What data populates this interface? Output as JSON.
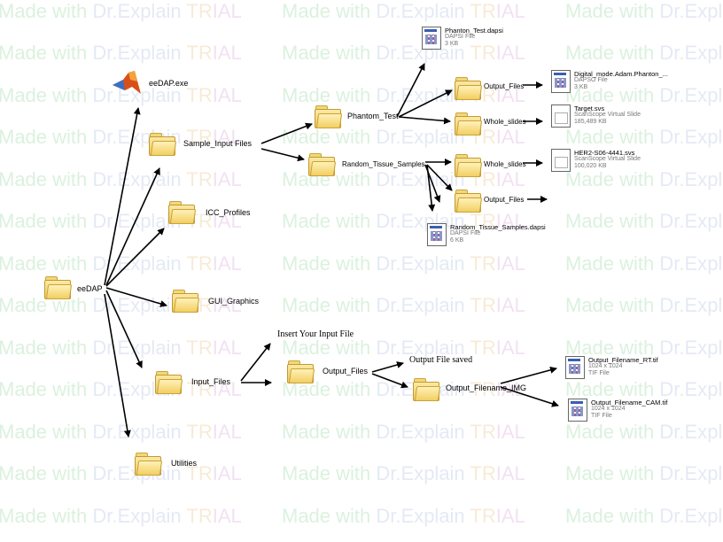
{
  "watermark": {
    "made_with": "Made with ",
    "dr": "Dr.",
    "explain": "Explain ",
    "tr": "TR",
    "ial": "IAL"
  },
  "root": {
    "label": "eeDAP"
  },
  "exe": {
    "label": "eeDAP.exe"
  },
  "folders": {
    "sample_input": "Sample_Input Files",
    "icc": "ICC_Profiles",
    "gui": "GUI_Graphics",
    "input_files": "Input_Files",
    "utilities": "Utilities",
    "phantom_test": "Phantom_Test",
    "random_tissue": "Random_Tissue_Samples",
    "pt_output": "Output_Files",
    "pt_whole": "Whole_slides",
    "rt_whole": "Whole_slides",
    "rt_output": "Output_Files",
    "out_files": "Output_Files",
    "out_img": "Output_Filename_IMG"
  },
  "notes": {
    "insert": "Insert Your Input File",
    "saved": "Output File saved"
  },
  "files": {
    "phantom_dapsi": {
      "name": "Phanton_Test.dapsi",
      "type": "DAPSI File",
      "size": "3 KB"
    },
    "digital_mode": {
      "name": "Digital_mode.Adam.Phanton_...",
      "type": "DAPSO File",
      "size": "3 KB"
    },
    "target": {
      "name": "Target.svs",
      "type": "ScanScope Virtual Slide",
      "size": "185,489 KB"
    },
    "her2": {
      "name": "HER2-S06-4441.svs",
      "type": "ScanScope Virtual Slide",
      "size": "100,020 KB"
    },
    "random_dapsi": {
      "name": "Random_Tissue_Samples.dapsi",
      "type": "DAPSI File",
      "size": "6 KB"
    },
    "out_rt": {
      "name": "Output_Filename_RT.tif",
      "type": "1024 x 1024",
      "size": "TIF File"
    },
    "out_cam": {
      "name": "Output_Filename_CAM.tif",
      "type": "1024 x 1024",
      "size": "TIF File"
    }
  }
}
